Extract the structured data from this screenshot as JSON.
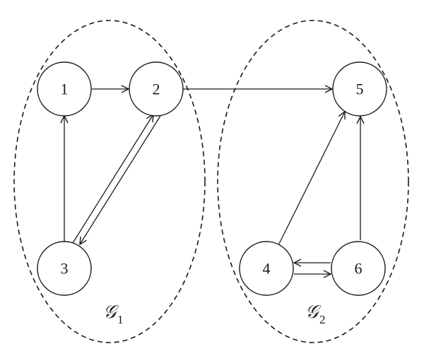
{
  "diagram": {
    "clusters": [
      {
        "id": "g1",
        "label": "𝒢",
        "subscript": "1"
      },
      {
        "id": "g2",
        "label": "𝒢",
        "subscript": "2"
      }
    ],
    "nodes": [
      {
        "id": "n1",
        "label": "1"
      },
      {
        "id": "n2",
        "label": "2"
      },
      {
        "id": "n3",
        "label": "3"
      },
      {
        "id": "n4",
        "label": "4"
      },
      {
        "id": "n5",
        "label": "5"
      },
      {
        "id": "n6",
        "label": "6"
      }
    ],
    "edges": [
      {
        "from": "1",
        "to": "2"
      },
      {
        "from": "2",
        "to": "5"
      },
      {
        "from": "3",
        "to": "1"
      },
      {
        "from": "3",
        "to": "2"
      },
      {
        "from": "2",
        "to": "3"
      },
      {
        "from": "4",
        "to": "5"
      },
      {
        "from": "6",
        "to": "5"
      },
      {
        "from": "6",
        "to": "4"
      },
      {
        "from": "4",
        "to": "6"
      }
    ]
  }
}
